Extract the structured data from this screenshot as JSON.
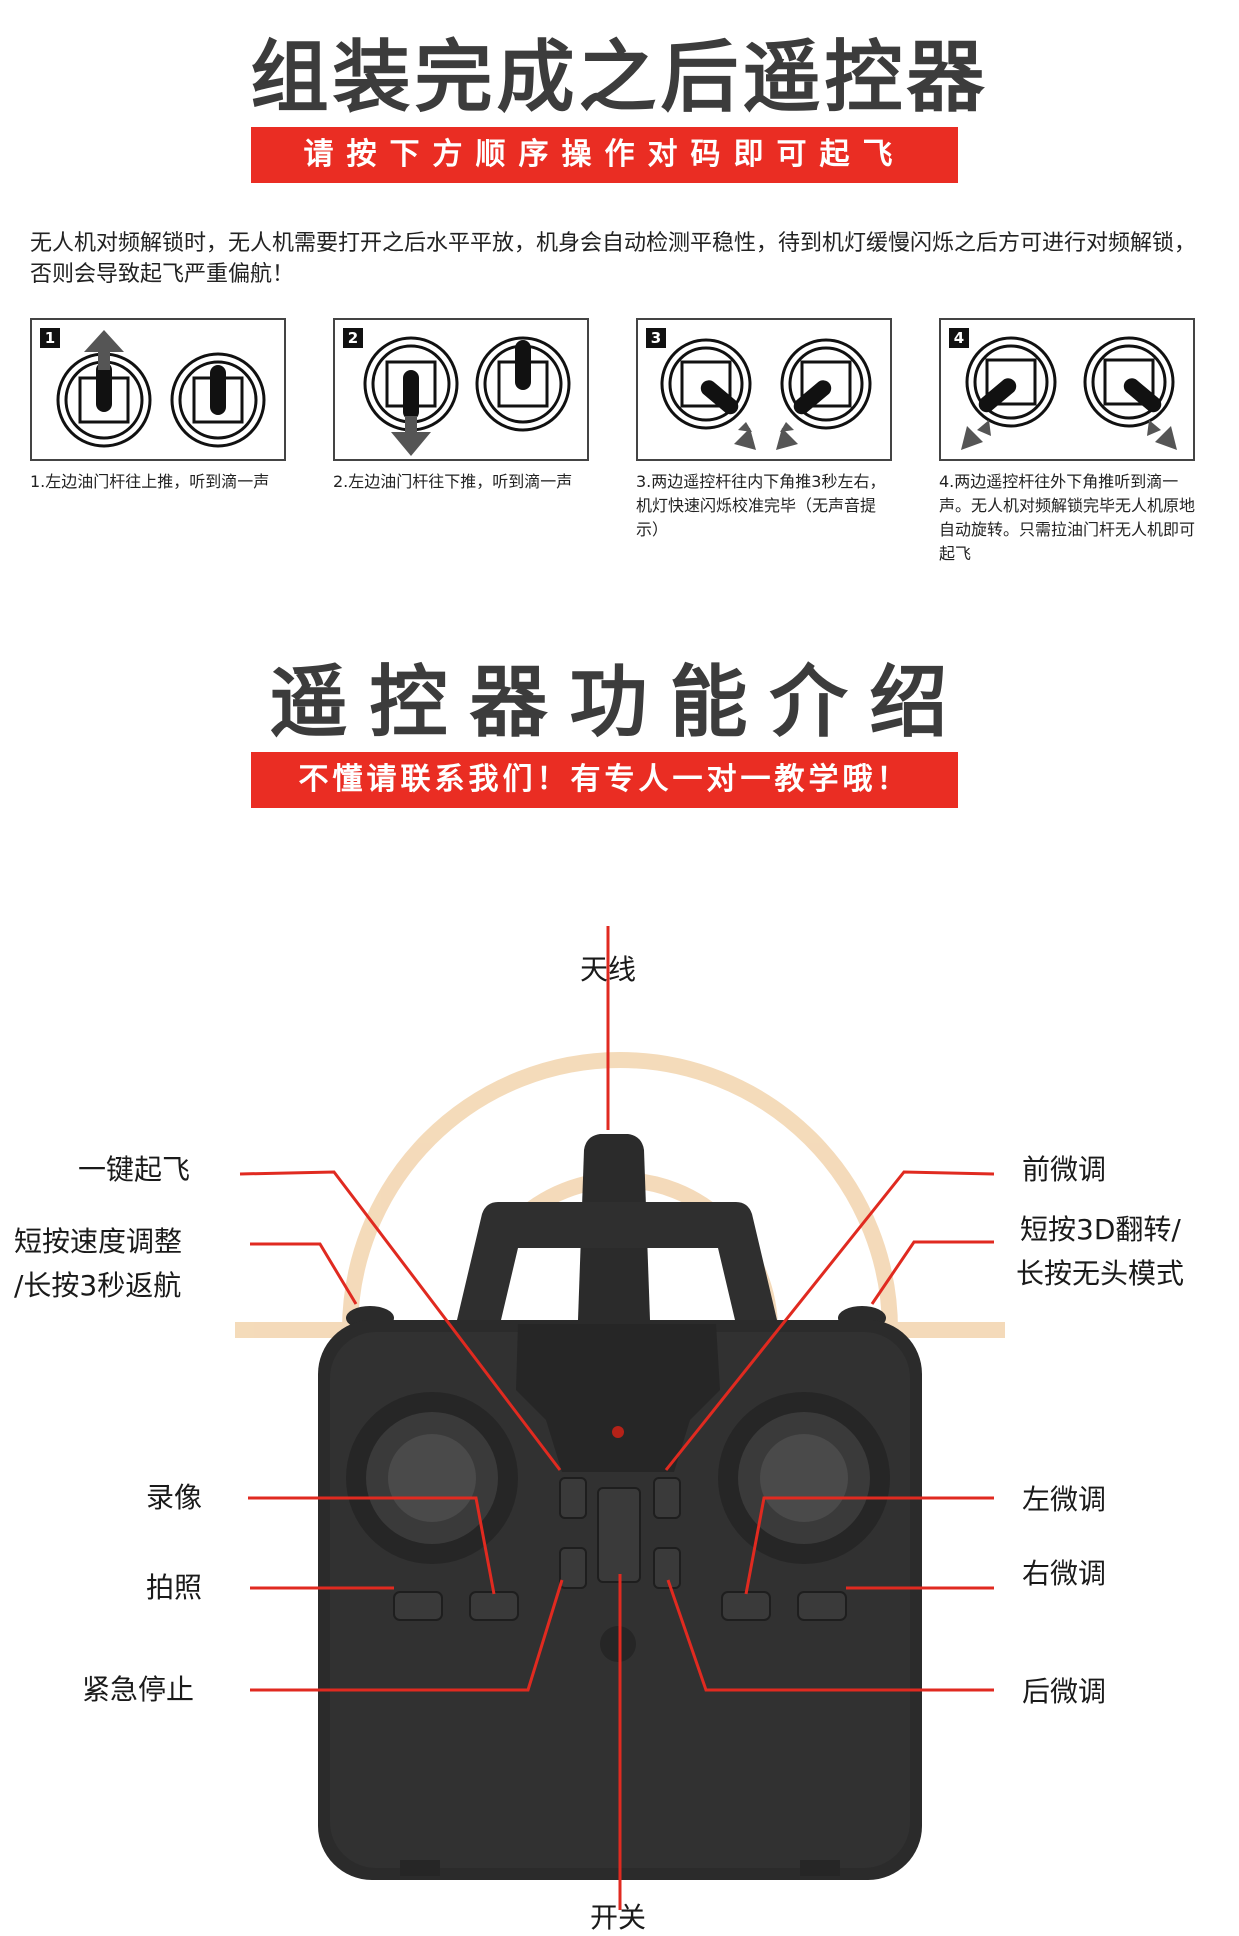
{
  "header": {
    "title": "组装完成之后遥控器",
    "banner": "请按下方顺序操作对码即可起飞"
  },
  "notice": "无人机对频解锁时，无人机需要打开之后水平平放，机身会自动检测平稳性，待到机灯缓慢闪烁之后方可进行对频解锁，否则会导致起飞严重偏航！",
  "steps": [
    {
      "num": "1",
      "text": "1.左边油门杆往上推，听到滴一声"
    },
    {
      "num": "2",
      "text": "2.左边油门杆往下推，听到滴一声"
    },
    {
      "num": "3",
      "text": "3.两边遥控杆往内下角推3秒左右，机灯快速闪烁校准完毕（无声音提示）"
    },
    {
      "num": "4",
      "text": "4.两边遥控杆往外下角推听到滴一声。无人机对频解锁完毕无人机原地自动旋转。只需拉油门杆无人机即可起飞"
    }
  ],
  "section2": {
    "title": "遥控器功能介绍",
    "banner": "不懂请联系我们！有专人一对一教学哦！"
  },
  "remote_labels": {
    "antenna": "天线",
    "takeoff": "一键起飞",
    "speed_1": "短按速度调整",
    "speed_2": "/长按3秒返航",
    "record": "录像",
    "photo": "拍照",
    "emergency": "紧急停止",
    "front_trim": "前微调",
    "flip_1": "短按3D翻转/",
    "flip_2": "长按无头模式",
    "left_trim": "左微调",
    "right_trim": "右微调",
    "back_trim": "后微调",
    "power": "开关"
  },
  "colors": {
    "accent": "#ea2d23",
    "title": "#3c3c3c",
    "remote_body": "#2b2b2b",
    "halo": "#f3d7b3"
  }
}
